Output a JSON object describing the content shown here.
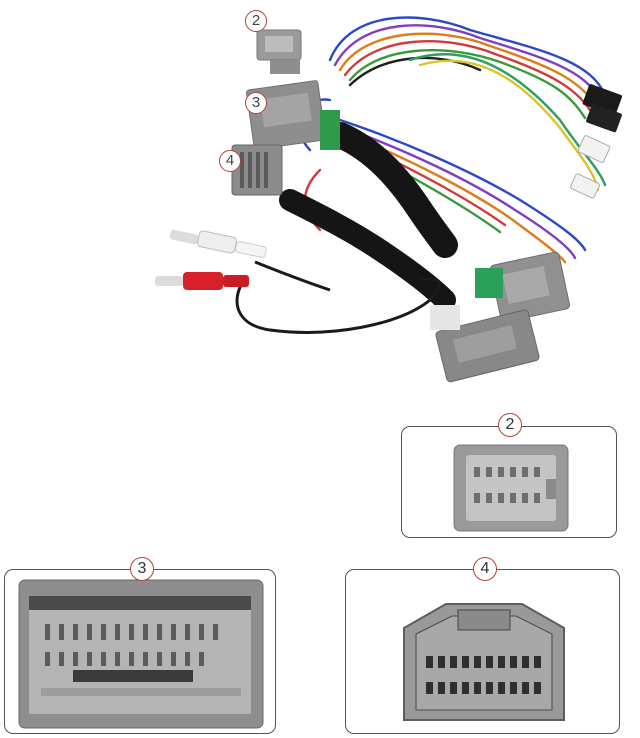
{
  "callouts": {
    "c2": "2",
    "c3": "3",
    "c4": "4"
  },
  "panels": {
    "p2": "2",
    "p3": "3",
    "p4": "4"
  },
  "colors": {
    "connector_gray": "#8e8e8e",
    "callout_ring": "#b3413b",
    "rca_red": "#d8202a",
    "rca_white": "#eeeeee",
    "sleeve_black": "#151515"
  }
}
